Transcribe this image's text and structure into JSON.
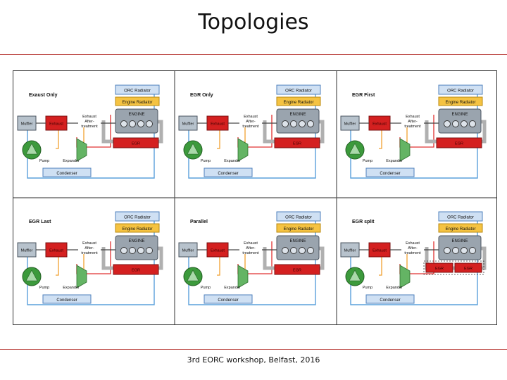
{
  "slide": {
    "title": "Topologies",
    "footer": "3rd EORC workshop, Belfast, 2016"
  },
  "colors": {
    "radiator_blue": "#cfe0f3",
    "radiator_border": "#4f81bd",
    "engine_radiator": "#f5c342",
    "exhaust_red": "#d42020",
    "pipe_red": "#e03030",
    "pipe_blue": "#5aa0dc",
    "pipe_orange": "#f0a030",
    "pipe_gray": "#b0b0b0",
    "pump_green": "#3c9a3c"
  },
  "panels": [
    {
      "title": "Exaust Only",
      "orc_radiator": "ORC Radiator",
      "engine_radiator": "Engine Radiator",
      "engine": "ENGINE",
      "muffler": "Muffler",
      "exhaust": "Exhaust",
      "aftertreatment": [
        "Exhaust",
        "After-",
        "treatment"
      ],
      "egr": "EGR",
      "pump": "Pump",
      "expander": "Expander",
      "condenser": "Condenser"
    },
    {
      "title": "EGR Only",
      "orc_radiator": "ORC Radiator",
      "engine_radiator": "Engine Radiator",
      "engine": "ENGINE",
      "muffler": "Muffler",
      "exhaust": "Exhaust",
      "aftertreatment": [
        "Exhaust",
        "After-",
        "treatment"
      ],
      "egr": "EGR",
      "pump": "Pump",
      "expander": "Expander",
      "condenser": "Condenser"
    },
    {
      "title": "EGR First",
      "orc_radiator": "ORC Radiator",
      "engine_radiator": "Engine Radiator",
      "engine": "ENGINE",
      "muffler": "Muffler",
      "exhaust": "Exhaust",
      "aftertreatment": [
        "Exhaust",
        "After-",
        "treatment"
      ],
      "egr": "EGR",
      "pump": "Pump",
      "expander": "Expander",
      "condenser": "Condenser"
    },
    {
      "title": "EGR Last",
      "orc_radiator": "ORC Radiator",
      "engine_radiator": "Engine Radiator",
      "engine": "ENGINE",
      "muffler": "Muffler",
      "exhaust": "Exhaust",
      "aftertreatment": [
        "Exhaust",
        "After-",
        "treatment"
      ],
      "egr": "EGR",
      "pump": "Pump",
      "expander": "Expander",
      "condenser": "Condenser"
    },
    {
      "title": "Parallel",
      "orc_radiator": "ORC Radiator",
      "engine_radiator": "Engine Radiator",
      "engine": "ENGINE",
      "muffler": "Muffler",
      "exhaust": "Exhaust",
      "aftertreatment": [
        "Exhaust",
        "After-",
        "treatment"
      ],
      "egr": "EGR",
      "pump": "Pump",
      "expander": "Expander",
      "condenser": "Condenser"
    },
    {
      "title": "EGR split",
      "orc_radiator": "ORC Radiator",
      "engine_radiator": "Engine Radiator",
      "engine": "ENGINE",
      "muffler": "Muffler",
      "exhaust": "Exhaust",
      "aftertreatment": [
        "Exhaust",
        "After-",
        "treatment"
      ],
      "egr": "EGR",
      "egr_b": "EGR",
      "pump": "Pump",
      "expander": "Expander",
      "condenser": "Condenser"
    }
  ]
}
